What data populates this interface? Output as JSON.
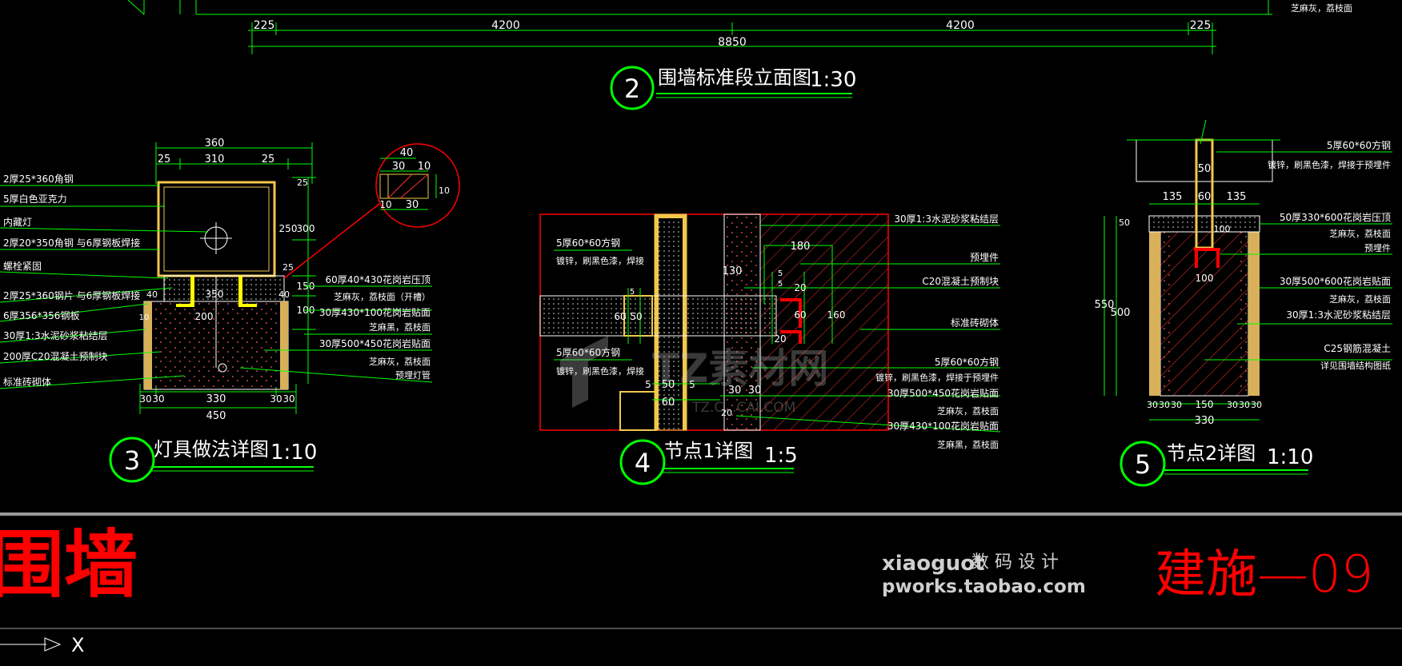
{
  "colors": {
    "background": "#000000",
    "dimension": "#00ff00",
    "outline": "#ffffff",
    "steel": "#f2c84b",
    "callout": "#ff0000",
    "bracket": "#ffff00",
    "titleblock": "#ff0000",
    "watermark": "#cfcfcf"
  },
  "elevation": {
    "dims": [
      "225",
      "4200",
      "4200",
      "225"
    ],
    "total": "8850",
    "number": "2",
    "title": "围墙标准段立面图",
    "scale": "1:30",
    "corner_note": "芝麻灰，荔枝面"
  },
  "detail3": {
    "number": "3",
    "title": "灯具做法详图",
    "scale": "1:10",
    "top_dims": [
      "360",
      "25",
      "310",
      "25"
    ],
    "bottom_dims": [
      "30",
      "30",
      "330",
      "30",
      "30"
    ],
    "bottom_total": "450",
    "right_dims": [
      "25",
      "250",
      "300",
      "25",
      "150",
      "100",
      "40"
    ],
    "inner_dims": [
      "350",
      "200",
      "40",
      "10"
    ],
    "left_labels": [
      "2厚25*360角钢",
      "5厚白色亚克力",
      "内藏灯",
      "2厚20*350角钢 与6厚钢板焊接",
      "螺栓紧固",
      "2厚25*360钢片 与6厚钢板焊接",
      "6厚356*356钢板",
      "30厚1:3水泥砂浆粘结层",
      "200厚C20混凝土预制块",
      "标准砖砌体"
    ],
    "right_labels": [
      "60厚40*430花岗岩压顶",
      "芝麻灰，荔枝面（开槽）",
      "30厚430*100花岗岩贴面",
      "芝麻黑，荔枝面",
      "30厚500*450花岗岩贴面",
      "芝麻灰，荔枝面",
      "预埋灯管"
    ],
    "callout_dims": [
      "40",
      "30",
      "10",
      "10",
      "10",
      "30"
    ]
  },
  "detail4": {
    "number": "4",
    "title": "节点1详图",
    "scale": "1:5",
    "left_labels": [
      "5厚60*60方钢",
      "镀锌，刷黑色漆，焊接",
      "5厚60*60方钢",
      "镀锌，刷黑色漆，焊接"
    ],
    "right_labels": [
      "30厚1:3水泥砂浆粘结层",
      "预埋件",
      "C20混凝土预制块",
      "标准砖砌体",
      "5厚60*60方钢",
      "镀锌，刷黑色漆，焊接于预埋件",
      "30厚500*450花岗岩贴面",
      "芝麻灰，荔枝面",
      "30厚430*100花岗岩贴面",
      "芝麻黑，荔枝面"
    ],
    "dims": [
      "180",
      "130",
      "5",
      "5",
      "20",
      "60",
      "160",
      "20",
      "60",
      "50",
      "5",
      "5",
      "50",
      "5",
      "60",
      "30",
      "30",
      "20"
    ]
  },
  "detail5": {
    "number": "5",
    "title": "节点2详图",
    "scale": "1:10",
    "top_dims": [
      "50",
      "135",
      "60",
      "135"
    ],
    "left_dims": [
      "50",
      "550",
      "500"
    ],
    "inner_dims": [
      "100",
      "100"
    ],
    "bottom_dims": [
      "30",
      "30",
      "30",
      "150",
      "30",
      "30",
      "30"
    ],
    "bottom_total": "330",
    "right_labels": [
      "5厚60*60方钢",
      "镀锌，刷黑色漆，焊接于预埋件",
      "50厚330*600花岗岩压顶",
      "芝麻灰，荔枝面",
      "预埋件",
      "30厚500*600花岗岩贴面",
      "芝麻灰，荔枝面",
      "30厚1:3水泥砂浆粘结层",
      "C25钢筋混凝土",
      "详见围墙结构图纸"
    ]
  },
  "titleblock": {
    "drawing_name": "围墙",
    "designer": "xiaoguot",
    "designer_tag": "数 码 设 计",
    "shop_url": "pworks.taobao.com",
    "sheet_number": "建施—09"
  },
  "watermark": {
    "logo": "TZ素材网",
    "url": "TZ.C...CAI.COM"
  },
  "axis": {
    "label": "X"
  }
}
